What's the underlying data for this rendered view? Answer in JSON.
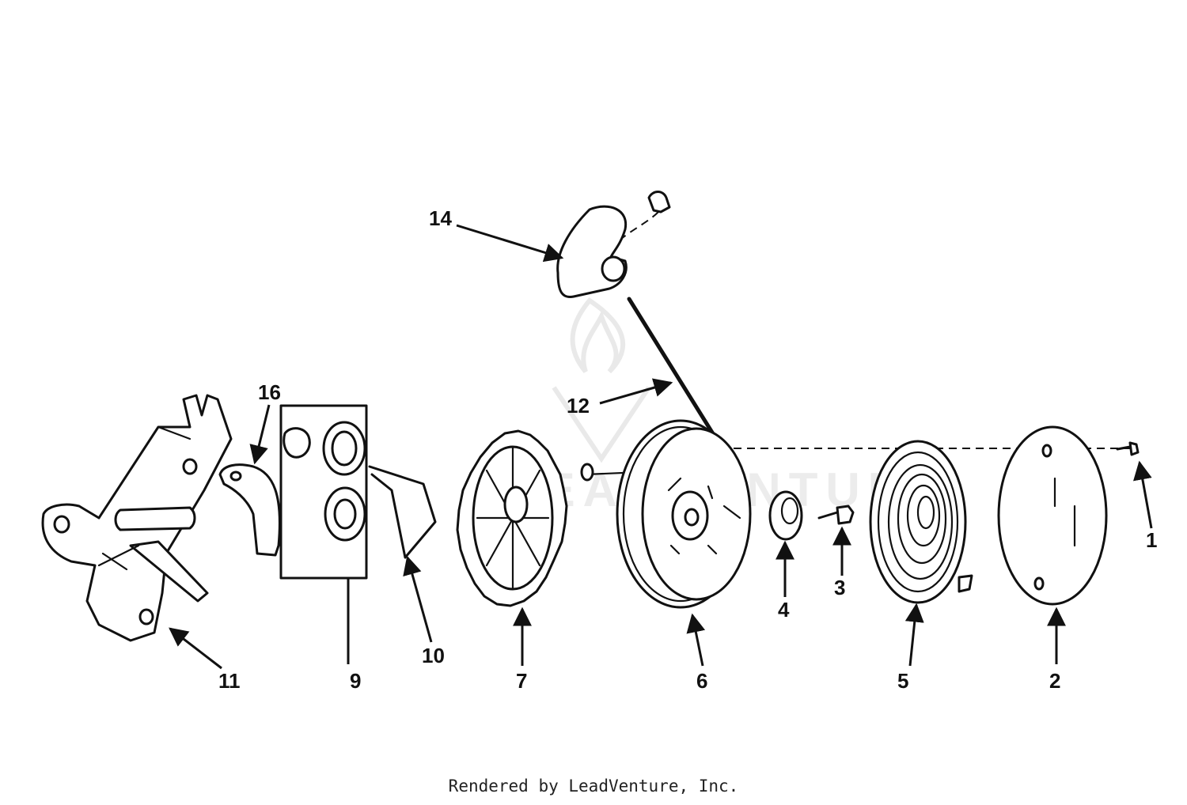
{
  "callouts": [
    {
      "id": "1",
      "label": "1"
    },
    {
      "id": "2",
      "label": "2"
    },
    {
      "id": "3",
      "label": "3"
    },
    {
      "id": "4",
      "label": "4"
    },
    {
      "id": "5",
      "label": "5"
    },
    {
      "id": "6",
      "label": "6"
    },
    {
      "id": "7",
      "label": "7"
    },
    {
      "id": "9",
      "label": "9"
    },
    {
      "id": "10",
      "label": "10"
    },
    {
      "id": "11",
      "label": "11"
    },
    {
      "id": "12",
      "label": "12"
    },
    {
      "id": "14",
      "label": "14"
    },
    {
      "id": "16",
      "label": "16"
    }
  ],
  "watermark": {
    "text": "LEADVENTURE"
  },
  "footer": {
    "credit": "Rendered by LeadVenture, Inc."
  },
  "colors": {
    "ink": "#111111",
    "background": "#ffffff",
    "watermark": "#e9e9e9"
  }
}
